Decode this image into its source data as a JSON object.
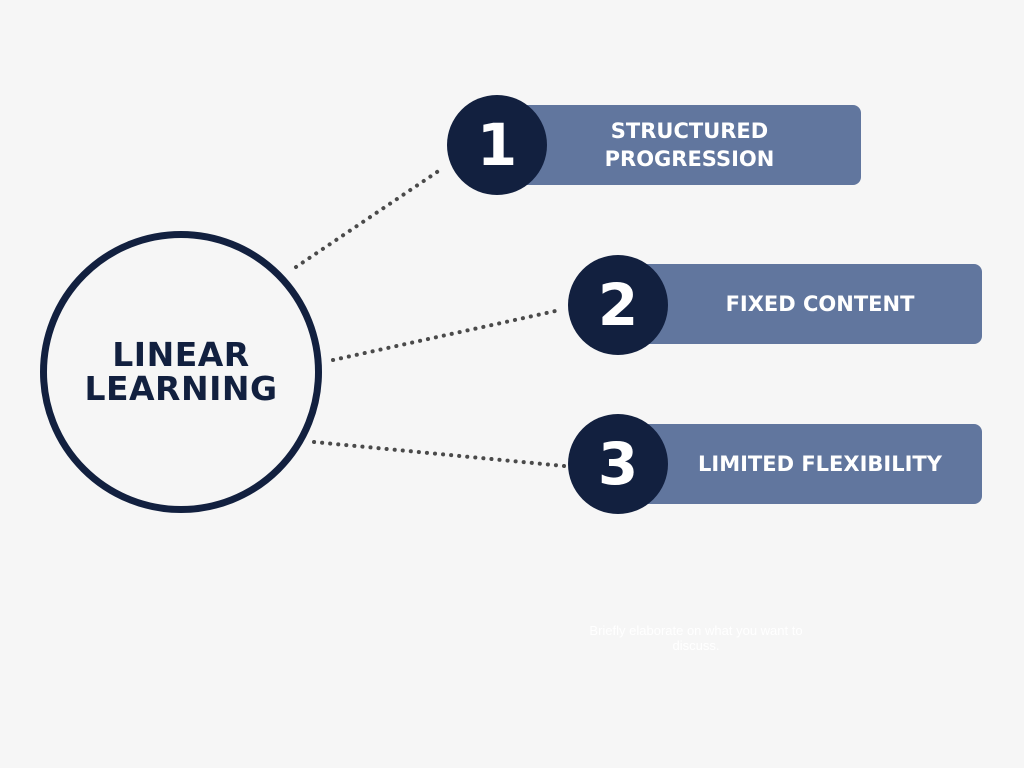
{
  "diagram": {
    "center": {
      "title_line1": "LINEAR",
      "title_line2": "LEARNING"
    },
    "items": [
      {
        "number": "1",
        "label": "STRUCTURED\nPROGRESSION"
      },
      {
        "number": "2",
        "label": "FIXED CONTENT"
      },
      {
        "number": "3",
        "label": "LIMITED FLEXIBILITY"
      }
    ],
    "caption": "Briefly elaborate on what you want to discuss.",
    "colors": {
      "background": "#f6f6f6",
      "navy": "#12203f",
      "slate_blue": "#61769e",
      "connector": "#4a4a4a",
      "label_text": "#ffffff"
    }
  }
}
